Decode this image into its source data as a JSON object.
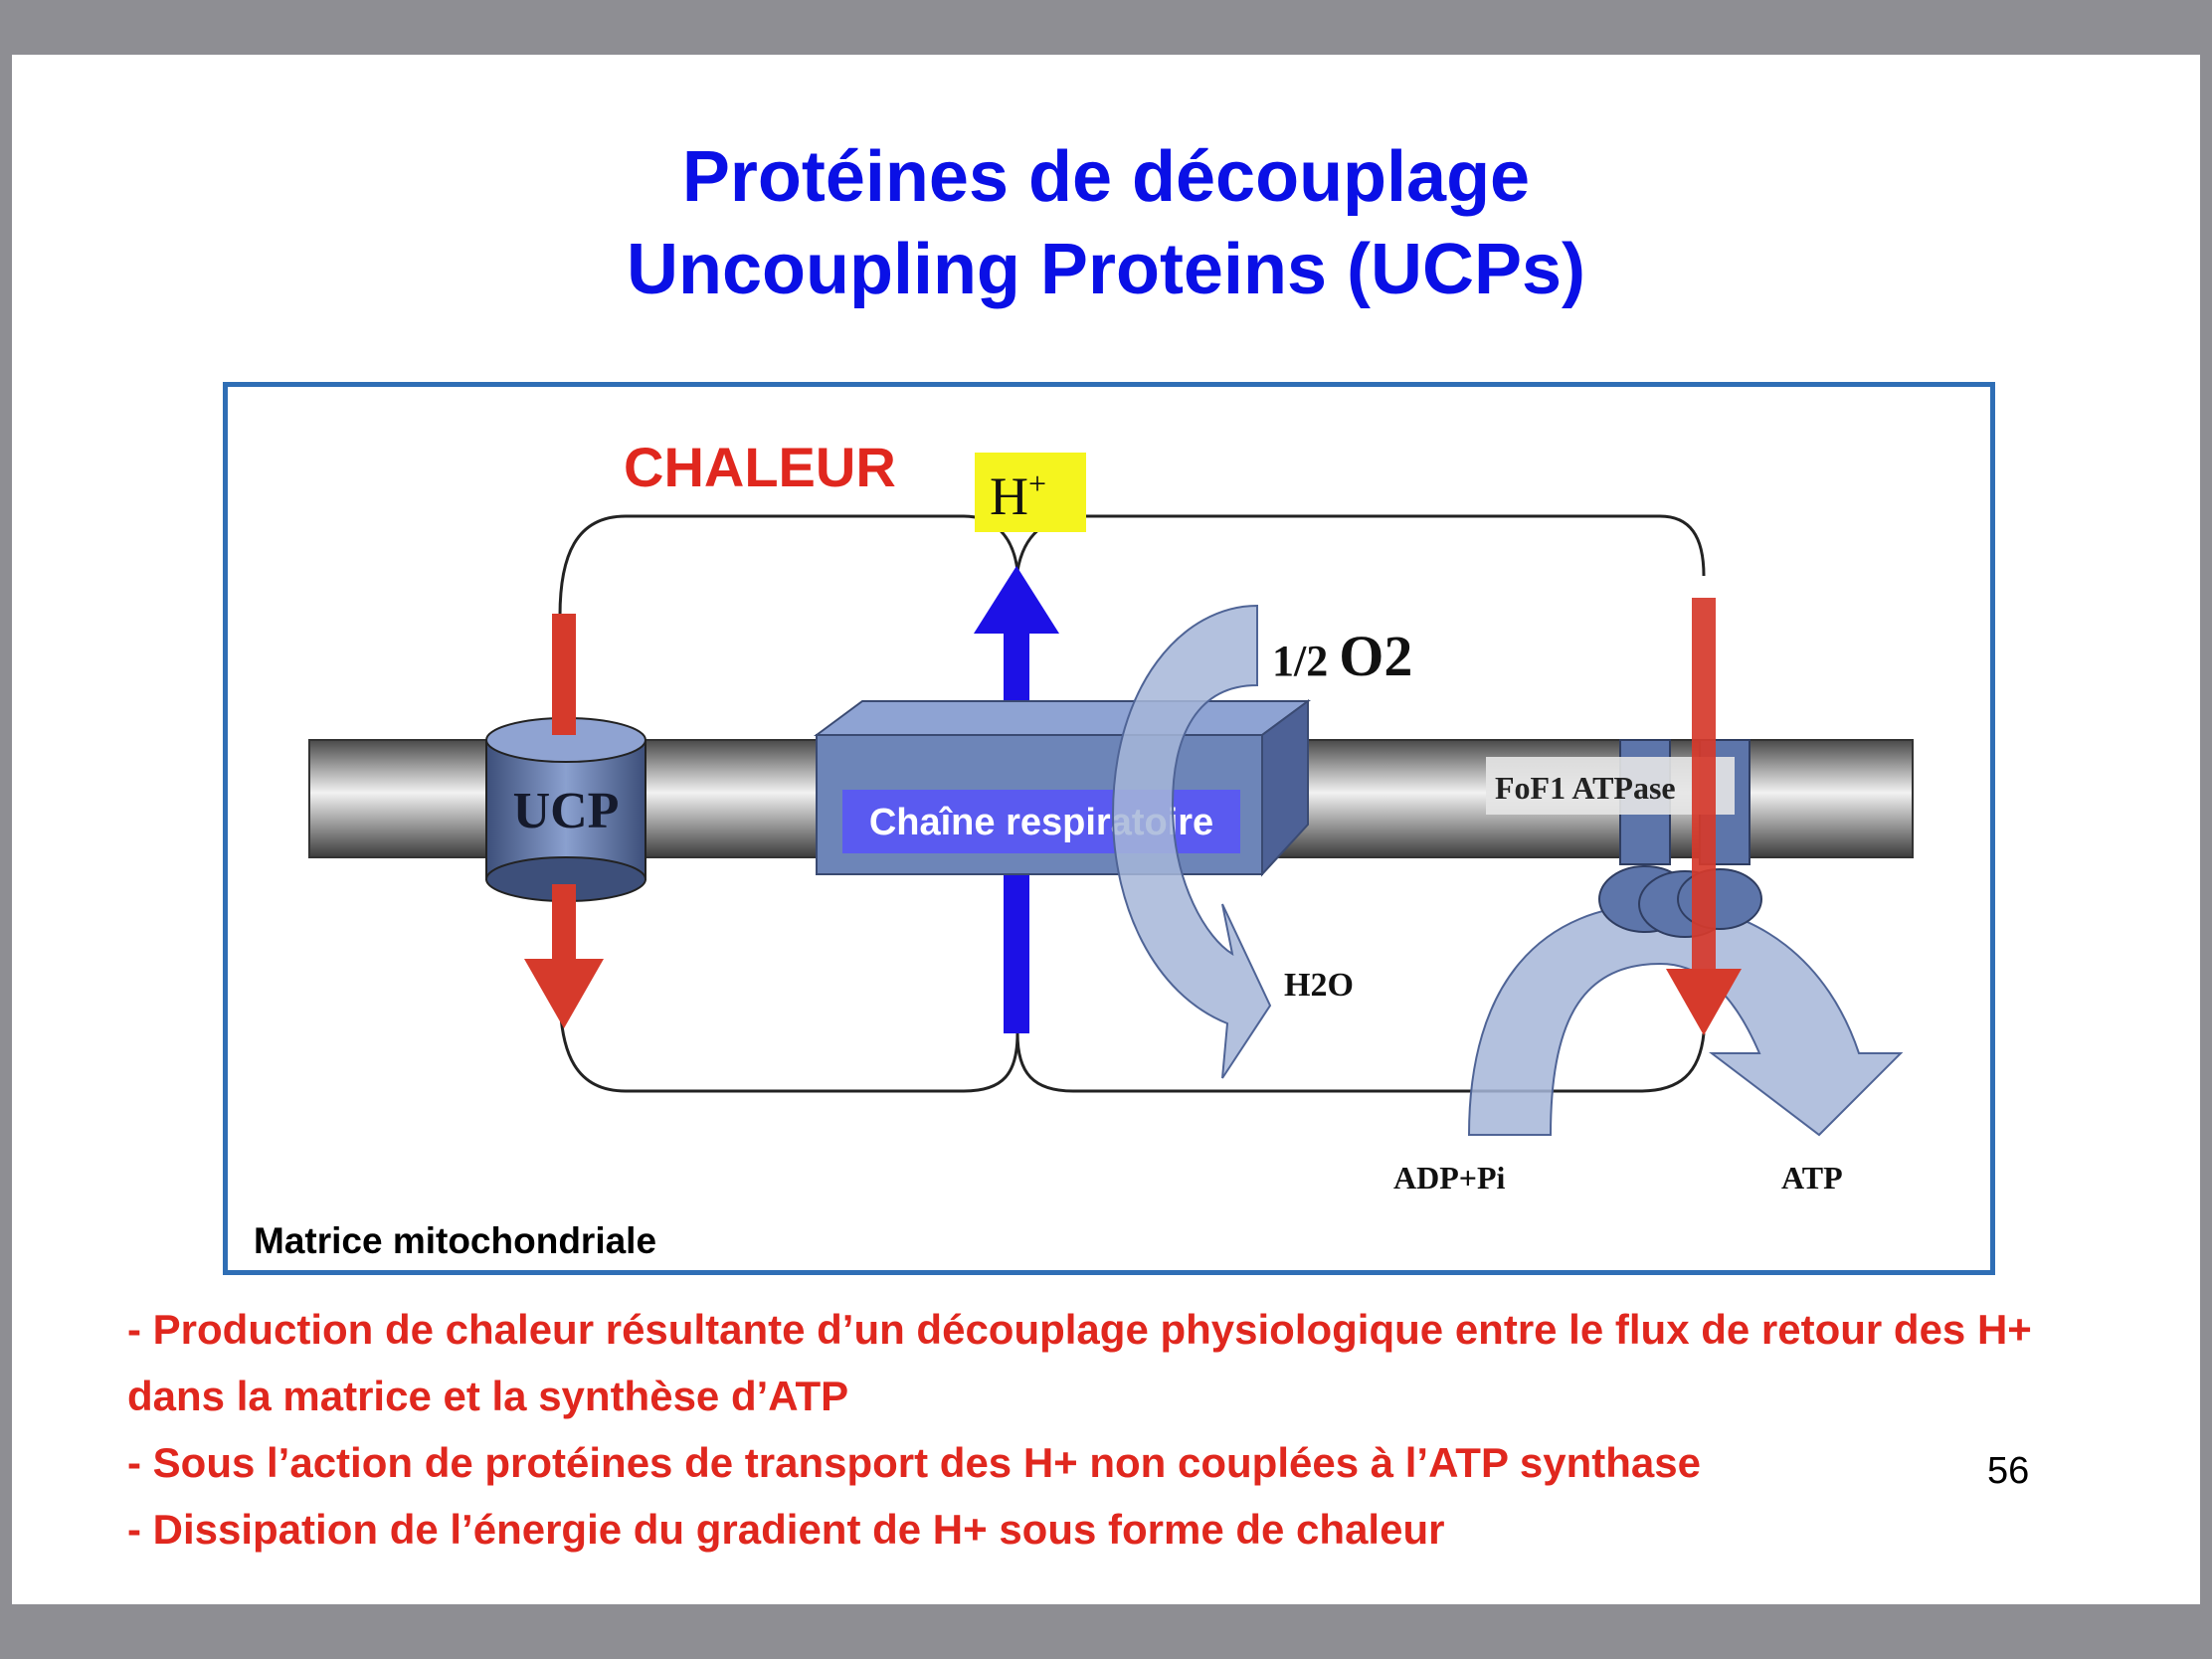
{
  "colors": {
    "title": "#0a10e6",
    "bullets": "#e0271e",
    "chaleur": "#e0271e",
    "membrane": "#6f6f6f",
    "protein": "#6d85b8",
    "red_arrow": "#d63a2b",
    "blue_arrow": "#1c10e6",
    "h_box": "#f5f51e",
    "chain_label_bg": "#5a5af0",
    "frame": "#2f6eb5"
  },
  "title": {
    "line1": "Protéines de découplage",
    "line2": "Uncoupling Proteins (UCPs)"
  },
  "figure": {
    "chaleur": "CHALEUR",
    "h_plus": "H",
    "h_plus_sup": "+",
    "ucp": "UCP",
    "chain": "Chaîne respiratoire",
    "half_o2_prefix": "1/2 ",
    "half_o2_suffix": "O2",
    "h2o": "H2O",
    "atpase": "FoF1 ATPase",
    "adp": "ADP+Pi",
    "atp": "ATP",
    "matrix": "Matrice mitochondriale"
  },
  "bullets": [
    "- Production de chaleur résultante d’un découplage physiologique entre le flux de retour des H+ dans la matrice et la synthèse d’ATP",
    "- Sous l’action de protéines de transport des H+ non couplées à l’ATP synthase",
    "- Dissipation de l’énergie du gradient de H+ sous forme de chaleur"
  ],
  "page_number": "56"
}
